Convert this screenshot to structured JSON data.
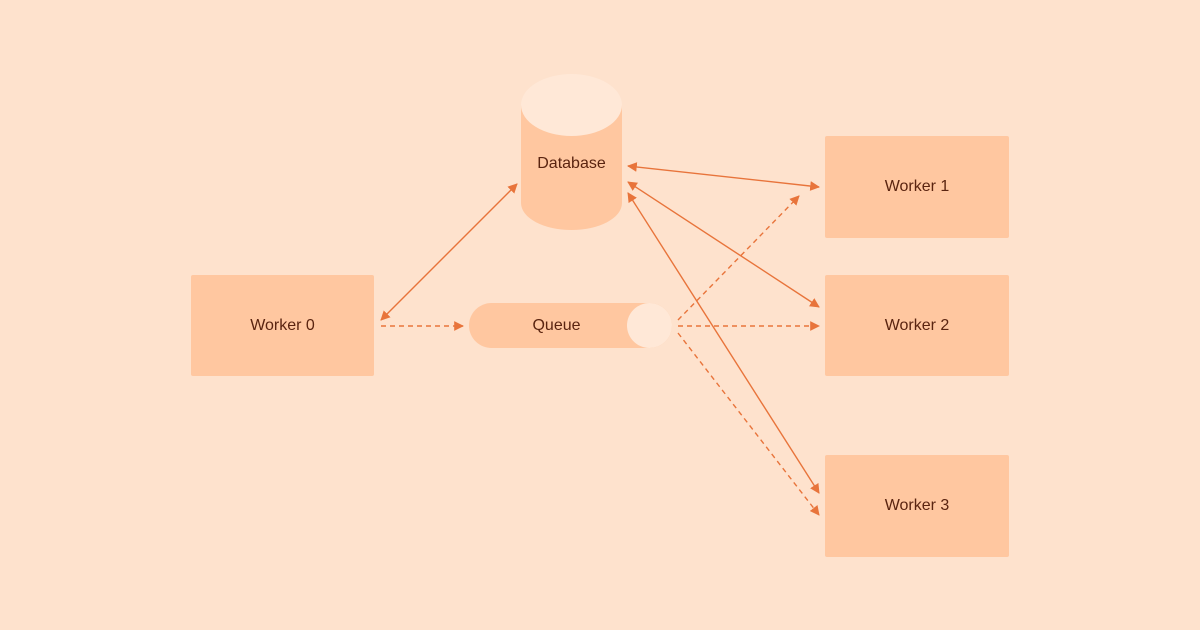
{
  "diagram": {
    "database": {
      "label": "Database"
    },
    "queue": {
      "label": "Queue"
    },
    "workers": [
      {
        "label": "Worker 0"
      },
      {
        "label": "Worker 1"
      },
      {
        "label": "Worker 2"
      },
      {
        "label": "Worker 3"
      }
    ],
    "connections": [
      {
        "from": "Worker 0",
        "to": "Database",
        "style": "solid",
        "direction": "both"
      },
      {
        "from": "Worker 0",
        "to": "Queue",
        "style": "dashed",
        "direction": "forward"
      },
      {
        "from": "Database",
        "to": "Worker 1",
        "style": "solid",
        "direction": "both"
      },
      {
        "from": "Database",
        "to": "Worker 2",
        "style": "solid",
        "direction": "both"
      },
      {
        "from": "Database",
        "to": "Worker 3",
        "style": "solid",
        "direction": "both"
      },
      {
        "from": "Queue",
        "to": "Worker 1",
        "style": "dashed",
        "direction": "forward"
      },
      {
        "from": "Queue",
        "to": "Worker 2",
        "style": "dashed",
        "direction": "forward"
      },
      {
        "from": "Queue",
        "to": "Worker 3",
        "style": "dashed",
        "direction": "forward"
      }
    ],
    "colors": {
      "background": "#FEE2CD",
      "node_fill": "#FFC7A0",
      "node_highlight": "#FFE8D7",
      "arrow": "#E8743B",
      "text": "#5A2410"
    }
  }
}
